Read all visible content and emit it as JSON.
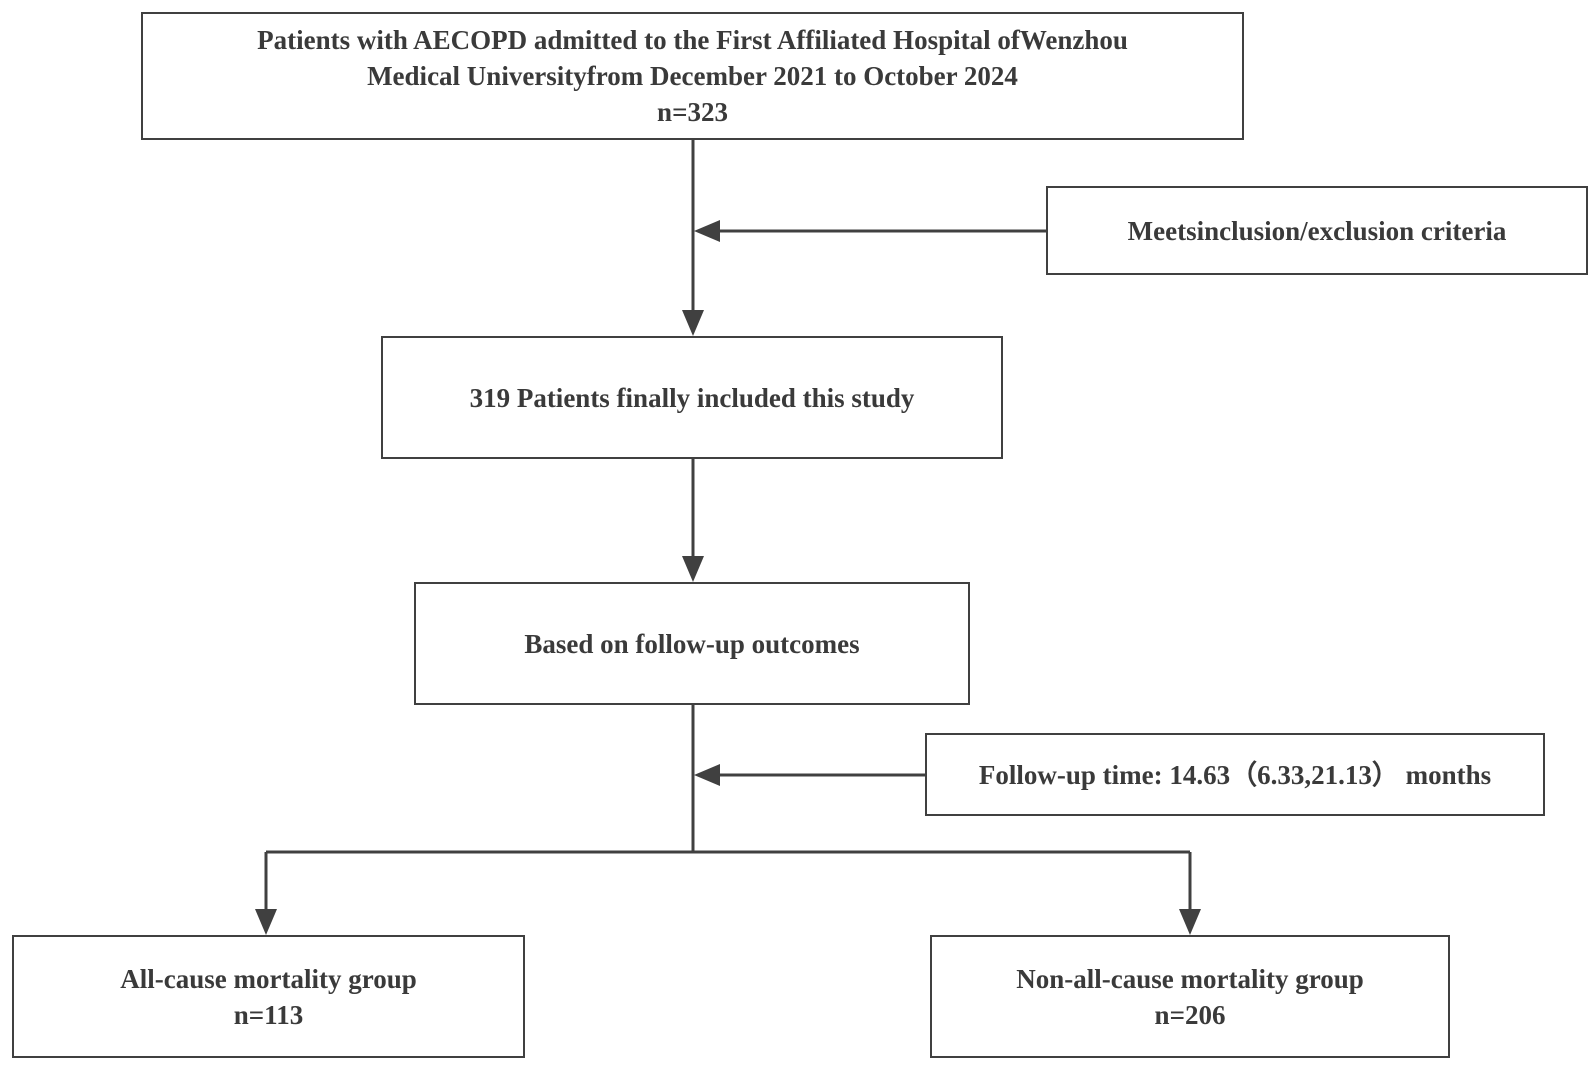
{
  "diagram": {
    "source": {
      "line1": "Patients with AECOPD admitted to the First Affiliated Hospital ofWenzhou",
      "line2": "Medical Universityfrom December 2021 to October 2024",
      "n": "n=323"
    },
    "criteria": {
      "label": "Meetsinclusion/exclusion criteria"
    },
    "included": {
      "label": "319 Patients finally included this study"
    },
    "based": {
      "label": "Based on follow-up outcomes"
    },
    "followup": {
      "label": "Follow-up time: 14.63（6.33,21.13） months"
    },
    "death_group": {
      "label": "All-cause mortality group",
      "n": "n=113"
    },
    "survival_group": {
      "label": "Non-all-cause mortality group",
      "n": "n=206"
    },
    "colors": {
      "stroke": "#404040",
      "text": "#3a3a3a",
      "background": "#ffffff"
    }
  }
}
